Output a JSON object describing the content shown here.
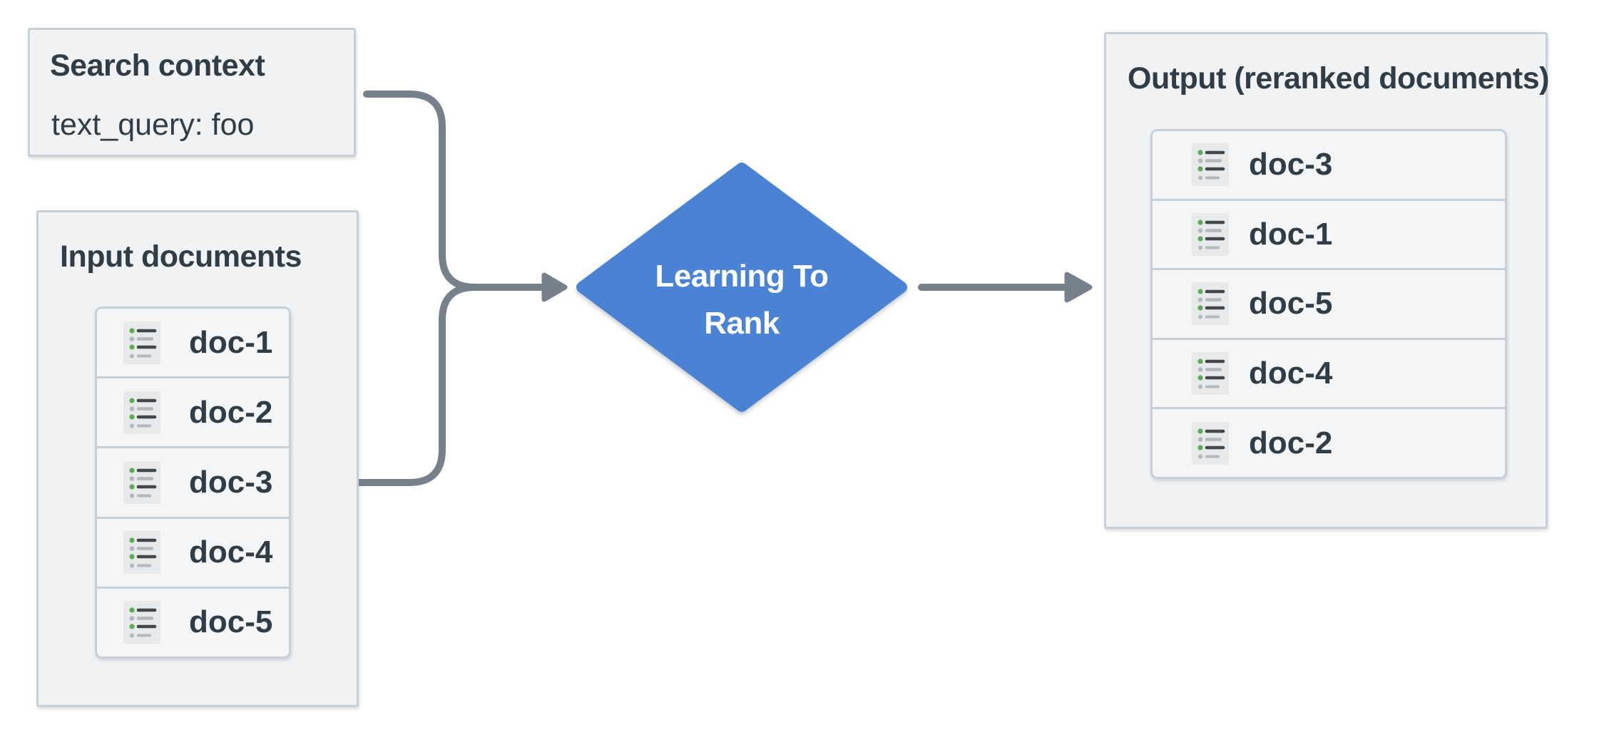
{
  "theme": {
    "colors": {
      "background": "#ffffff",
      "panel_bg": "#f0f2f4",
      "panel_border": "#c7d0d8",
      "row_bg": "#f3f5f7",
      "text_dark": "#303c46",
      "connector_gray": "#76818c",
      "diamond_blue": "#4a83d3",
      "diamond_text": "#ffffff",
      "icon_bg": "#e8e9ea",
      "icon_line_dark": "#43474a",
      "icon_line_light": "#b4b8bb",
      "icon_dot_green": "#5bad55",
      "icon_dot_gray": "#b4b8bb"
    }
  },
  "search_box": {
    "title": "Search context",
    "query": "text_query: foo"
  },
  "input_box": {
    "title": "Input documents",
    "docs": [
      {
        "label": "doc-1",
        "icon": "document-list-icon"
      },
      {
        "label": "doc-2",
        "icon": "document-list-icon"
      },
      {
        "label": "doc-3",
        "icon": "document-list-icon"
      },
      {
        "label": "doc-4",
        "icon": "document-list-icon"
      },
      {
        "label": "doc-5",
        "icon": "document-list-icon"
      }
    ]
  },
  "process": {
    "label_line1": "Learning To",
    "label_line2": "Rank"
  },
  "output_box": {
    "title": "Output (reranked documents)",
    "docs": [
      {
        "label": "doc-3",
        "icon": "document-list-icon"
      },
      {
        "label": "doc-1",
        "icon": "document-list-icon"
      },
      {
        "label": "doc-5",
        "icon": "document-list-icon"
      },
      {
        "label": "doc-4",
        "icon": "document-list-icon"
      },
      {
        "label": "doc-2",
        "icon": "document-list-icon"
      }
    ]
  }
}
